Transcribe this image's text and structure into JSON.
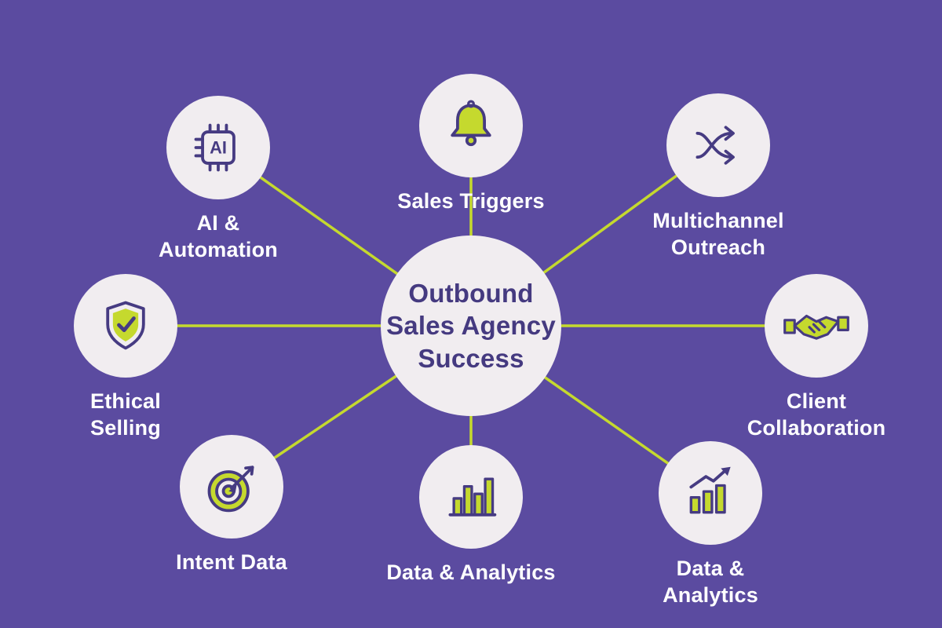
{
  "background_color": "#5b4ba0",
  "accent_color": "#c5d92e",
  "circle_color": "#f1edf0",
  "title_color": "#453a80",
  "label_color": "#ffffff",
  "center": {
    "title": "Outbound\nSales Agency\nSuccess"
  },
  "nodes": [
    {
      "id": "ai-automation",
      "label": "AI &\nAutomation",
      "icon": "ai-chip-icon"
    },
    {
      "id": "sales-triggers",
      "label": "Sales Triggers",
      "icon": "bell-icon"
    },
    {
      "id": "multichannel-outreach",
      "label": "Multichannel\nOutreach",
      "icon": "split-arrows-icon"
    },
    {
      "id": "ethical-selling",
      "label": "Ethical\nSelling",
      "icon": "shield-check-icon"
    },
    {
      "id": "client-collaboration",
      "label": "Client\nCollaboration",
      "icon": "handshake-icon"
    },
    {
      "id": "intent-data",
      "label": "Intent Data",
      "icon": "target-arrow-icon"
    },
    {
      "id": "data-analytics-bottom",
      "label": "Data & Analytics",
      "icon": "bar-chart-icon"
    },
    {
      "id": "data-analytics-right",
      "label": "Data &\nAnalytics",
      "icon": "growth-chart-icon"
    }
  ]
}
